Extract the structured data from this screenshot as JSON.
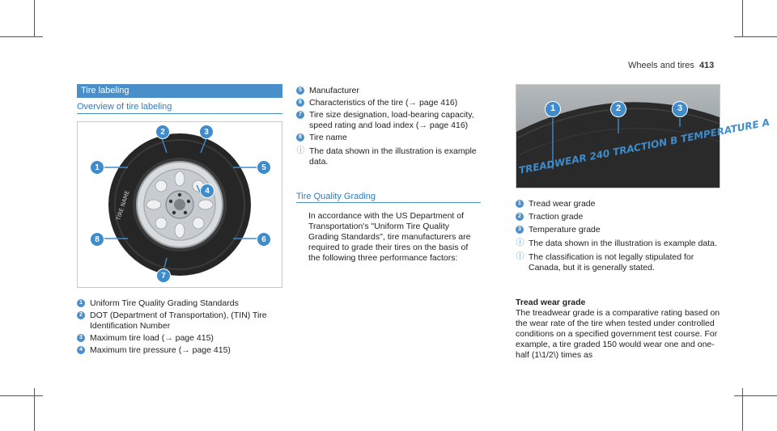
{
  "header": {
    "title": "Wheels and tires",
    "page": "413"
  },
  "left": {
    "band_title": "Tire labeling",
    "subheading": "Overview of tire labeling",
    "items": [
      {
        "n": "1",
        "text": "Uniform Tire Quality Grading Standards"
      },
      {
        "n": "2",
        "text": "DOT (Department of Transportation), (TIN) Tire Identification Number"
      },
      {
        "n": "3",
        "text_before": "Maximum tire load (",
        "arrow": "→",
        "link": "page 415",
        "text_after": ")"
      },
      {
        "n": "4",
        "text_before": "Maximum tire pressure (",
        "arrow": "→",
        "link": "page 415",
        "text_after": ")"
      }
    ],
    "callouts": [
      "1",
      "2",
      "3",
      "4",
      "5",
      "6",
      "7",
      "8"
    ],
    "tire_sidewall_text": "TIRE NAME"
  },
  "middle": {
    "items": [
      {
        "n": "5",
        "text": "Manufacturer"
      },
      {
        "n": "6",
        "text_before": "Characteristics of the tire (",
        "arrow": "→",
        "link": "page 416",
        "text_after": ")"
      },
      {
        "n": "7",
        "text_before": "Tire size designation, load-bearing capacity, speed rating and load index (",
        "arrow": "→",
        "link": "page 416",
        "text_after": ")"
      },
      {
        "n": "8",
        "text": "Tire name"
      }
    ],
    "note": "The data shown in the illustration is example data.",
    "subheading": "Tire Quality Grading",
    "paragraph": "In accordance with the US Department of Transportation's \"Uniform Tire Quality Grading Standards\", tire manufacturers are required to grade their tires on the basis of the following three performance factors:"
  },
  "right": {
    "tread_text": "TREADWEAR 240 TRACTION B TEMPERATURE A",
    "callouts": [
      "1",
      "2",
      "3"
    ],
    "items": [
      {
        "n": "1",
        "text": "Tread wear grade"
      },
      {
        "n": "2",
        "text": "Traction grade"
      },
      {
        "n": "3",
        "text": "Temperature grade"
      }
    ],
    "notes": [
      "The data shown in the illustration is example data.",
      "The classification is not legally stipulated for Canada, but it is generally stated."
    ],
    "heading": "Tread wear grade",
    "paragraph": "The treadwear grade is a comparative rating based on the wear rate of the tire when tested under controlled conditions on a specified government test course. For example, a tire graded 150 would wear one and one-half (1\\1/2\\) times as"
  },
  "colors": {
    "accent": "#4a8fc9",
    "tire": "#2a2a2a",
    "rim": "#cfd3d6"
  }
}
